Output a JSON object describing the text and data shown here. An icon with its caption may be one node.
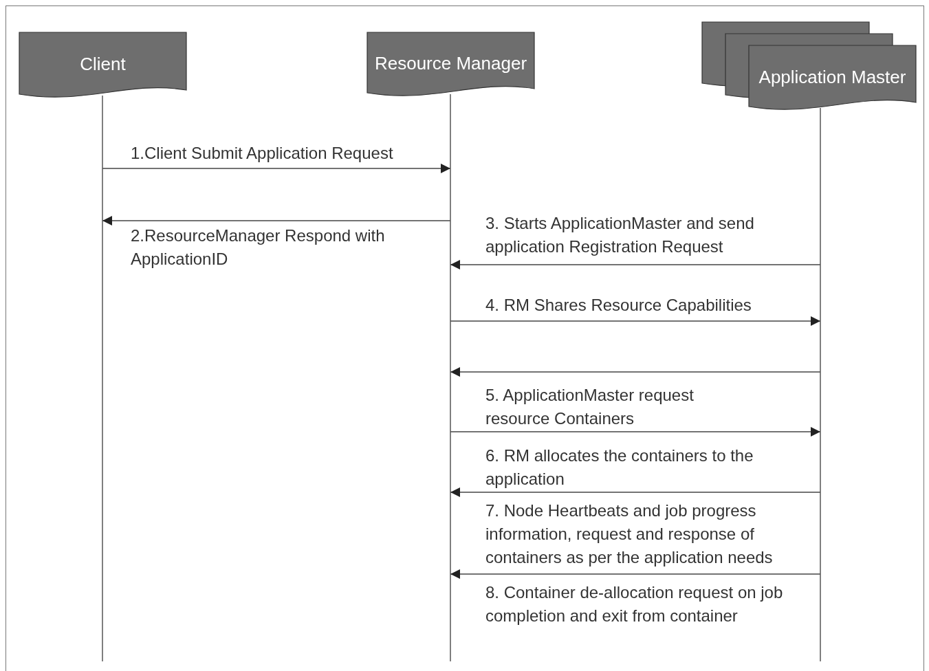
{
  "diagram": {
    "nodes": [
      {
        "text": [
          "Client"
        ]
      },
      {
        "text": [
          "Resource Manager"
        ]
      },
      {
        "text": [
          "Application Master"
        ]
      }
    ],
    "edges": [
      {
        "from": 0,
        "to": 1,
        "arrow": "to",
        "label": "1.Client Submit Application Request"
      },
      {
        "from": 1,
        "to": 0,
        "arrow": "to",
        "label": "2.ResourceManager Respond with ApplicationID"
      },
      {
        "from": 2,
        "to": 1,
        "arrow": "to",
        "label": "3. Starts ApplicationMaster and send application Registration Request"
      },
      {
        "from": 1,
        "to": 2,
        "arrow": "to",
        "label": "4. RM Shares Resource Capabilities"
      },
      {
        "from": 2,
        "to": 1,
        "arrow": "to",
        "label": "5. ApplicationMaster request resource Containers"
      },
      {
        "from": 1,
        "to": 2,
        "arrow": "to",
        "label": "6. RM allocates the containers to the application"
      },
      {
        "from": 2,
        "to": 1,
        "arrow": "to",
        "label": "7. Node Heartbeats and job progress information, request and response of containers as per the application needs"
      },
      {
        "from": 2,
        "to": 1,
        "arrow": "to",
        "label": "8. Container de-allocation request on job completion and exit from container"
      }
    ]
  }
}
